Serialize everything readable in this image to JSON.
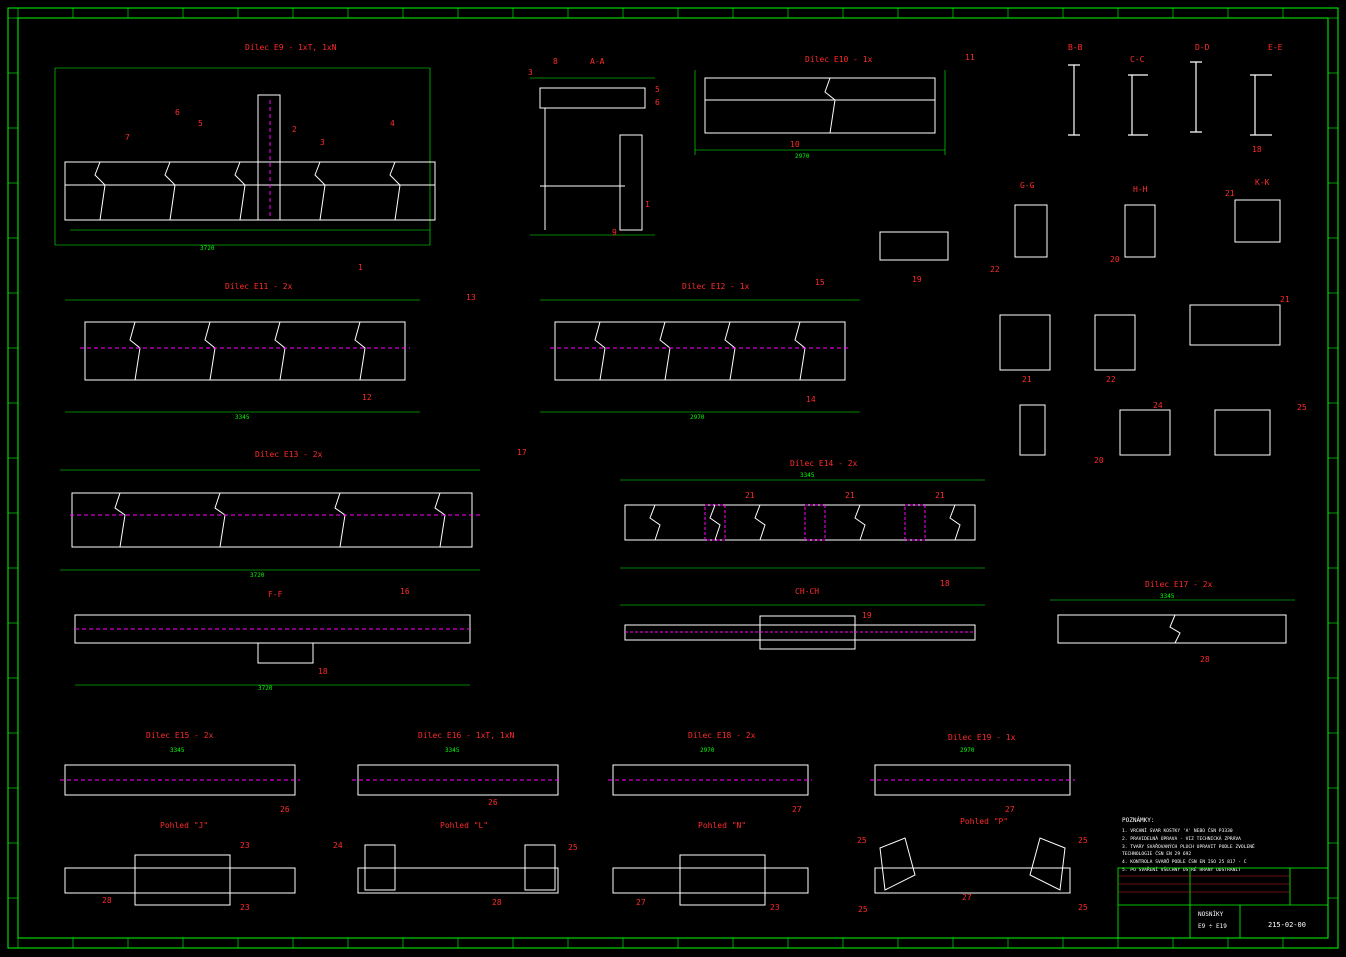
{
  "colors": {
    "background": "#000000",
    "frame": "#00ff00",
    "outline": "#ffffff",
    "dimension": "#00ff00",
    "titles": "#ff2a2a",
    "labels": "#ffff00",
    "notes": "#00ffff",
    "hidden": "#ff00ff"
  },
  "titles": {
    "e9": "Dílec E9 - 1xT, 1xN",
    "e10": "Dílec E10 - 1x",
    "e11": "Dílec E11 - 2x",
    "e12": "Dílec E12 - 1x",
    "e13": "Dílec E13 - 2x",
    "e14": "Dílec E14 - 2x",
    "e15": "Dílec E15 - 2x",
    "e16": "Dílec E16 - 1xT, 1xN",
    "e17": "Dílec E17 - 2x",
    "e18": "Dílec E18 - 2x",
    "e19": "Dílec E19 - 1x"
  },
  "sections": {
    "aa": "A-A",
    "bb": "B-B",
    "cc": "C-C",
    "dd": "D-D",
    "ee": "E-E",
    "ff": "F-F",
    "gg": "G-G",
    "hh": "H-H",
    "kk": "K-K",
    "chch": "CH-CH"
  },
  "views": {
    "j": "Pohled \"J\"",
    "l": "Pohled \"L\"",
    "n": "Pohled \"N\"",
    "p": "Pohled \"P\""
  },
  "dims": {
    "e9_total": "3720",
    "e10_total": "2970",
    "e11_total": "3345",
    "e12_total": "2970",
    "e13_total": "3720",
    "e14_total": "3345",
    "e15_total": "3345",
    "e16_total": "3345",
    "e17_total": "3345",
    "e18_total": "2970",
    "e19_total": "2970"
  },
  "notes": {
    "header": "POZNÁMKY:",
    "lines": [
      "1. VRCHNÍ SVAR KOSTKY 'A' NEBO ČSN P3330",
      "2. PRAVIDELNÁ ÚPRAVA - VIZ TECHNICKÁ ZPRÁVA",
      "3. TVARY SVAŘOVANÝCH PLOCH UPRAVIT PODLE ZVOLENÉ",
      "   TECHNOLOGIE ČSN EN 29 692",
      "4. KONTROLA SVARŮ PODLE ČSN EN ISO 25 817 - C",
      "5. PO SVAŘENÍ VŠECHNY OSTRÉ HRANY ODSTRANIT"
    ]
  },
  "title_block": {
    "name": "NOSNÍKY",
    "sub": "E9 ÷ E19",
    "number": "215-02-00"
  },
  "marks": {
    "n1": "1",
    "n2": "2",
    "n3": "3",
    "n4": "4",
    "n5": "5",
    "n6": "6",
    "n7": "7",
    "n8": "8",
    "n9": "9",
    "n10": "10",
    "n11": "11",
    "n12": "12",
    "n13": "13",
    "n14": "14",
    "n15": "15",
    "n16": "16",
    "n17": "17",
    "n18": "18",
    "n19": "19",
    "n20": "20",
    "n21": "21",
    "n22": "22",
    "n23": "23",
    "n24": "24",
    "n25": "25",
    "n26": "26",
    "n27": "27",
    "n28": "28"
  }
}
